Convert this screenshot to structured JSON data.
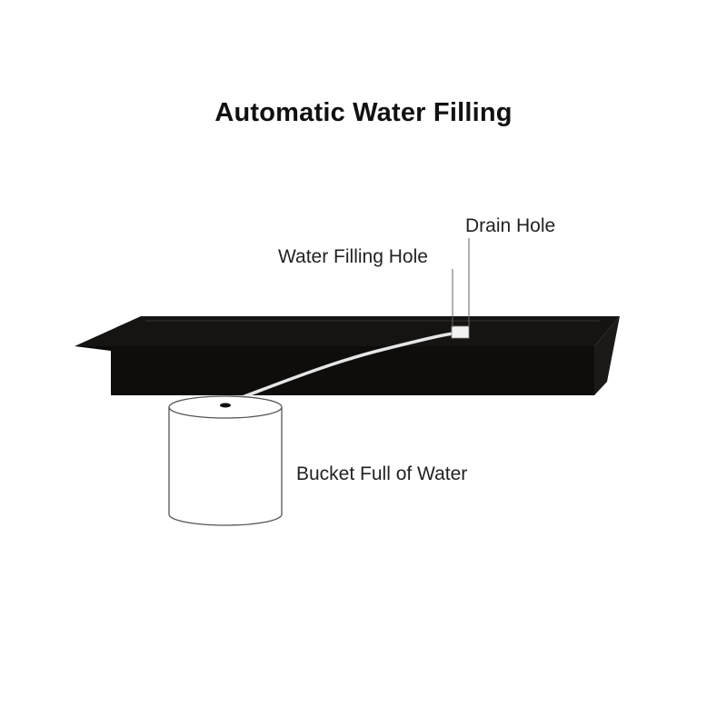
{
  "title": "Automatic Water Filling",
  "labels": {
    "drain_hole": "Drain Hole",
    "water_filling_hole": "Water Filling Hole",
    "bucket": "Bucket Full of Water"
  },
  "colors": {
    "fireplace_top": "#161412",
    "fireplace_front": "#0e0d0c",
    "fireplace_side": "#1c1a18",
    "hose": "#e6e6e6",
    "bucket_stroke": "#555555",
    "text": "#222222"
  }
}
